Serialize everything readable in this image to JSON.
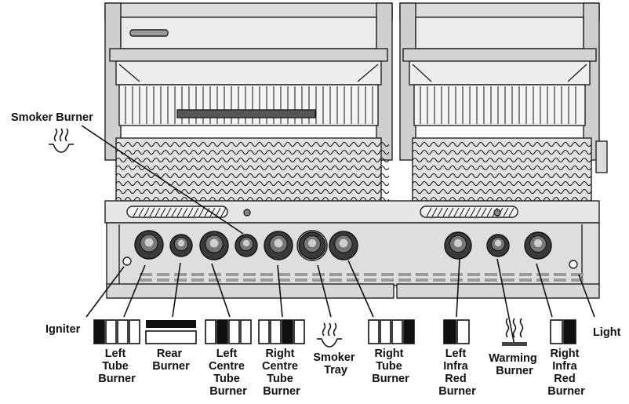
{
  "labels": {
    "smoker_burner": "Smoker Burner",
    "igniter": "Igniter",
    "light": "Light",
    "left_tube_burner": [
      "Left",
      "Tube",
      "Burner"
    ],
    "rear_burner": [
      "Rear",
      "Burner"
    ],
    "left_centre_tube_burner": [
      "Left",
      "Centre",
      "Tube",
      "Burner"
    ],
    "right_centre_tube_burner": [
      "Right",
      "Centre",
      "Tube",
      "Burner"
    ],
    "smoker_tray": [
      "Smoker",
      "Tray"
    ],
    "right_tube_burner": [
      "Right",
      "Tube",
      "Burner"
    ],
    "left_infra_red_burner": [
      "Left",
      "Infra",
      "Red",
      "Burner"
    ],
    "warming_burner": [
      "Warming",
      "Burner"
    ],
    "right_infra_red_burner": [
      "Right",
      "Infra",
      "Red",
      "Burner"
    ]
  },
  "icons": {
    "left_tube_burner": "burner-bars-icon",
    "rear_burner": "rear-burner-icon",
    "smoker_tray": "smoker-icon",
    "warming_burner": "warming-icon",
    "infra_red": "infrared-bars-icon"
  },
  "colors": {
    "line": "#111111",
    "grill_fill": "#d9d9d9",
    "grill_dark": "#9a9a9a"
  }
}
